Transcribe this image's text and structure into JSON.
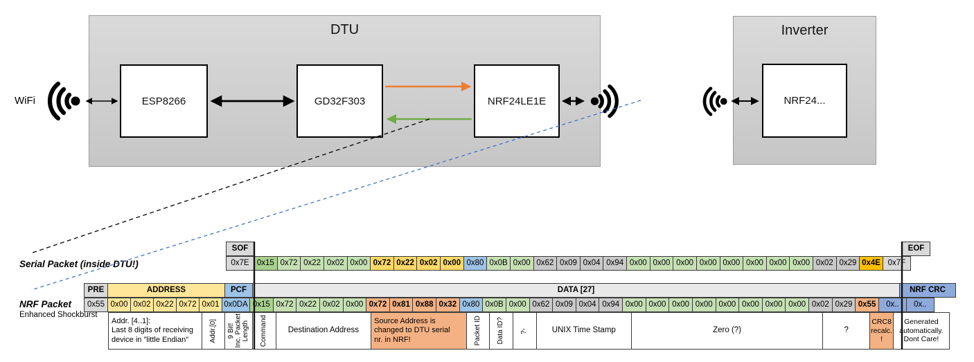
{
  "diagram": {
    "wifi_label": "WiFi",
    "dtu": {
      "title": "DTU",
      "components": [
        "ESP8266",
        "GD32F303",
        "NRF24LE1E"
      ]
    },
    "inverter": {
      "title": "Inverter",
      "component": "NRF24..."
    },
    "icons": [
      "wifi-icon-left",
      "wifi-icon-dtu-right",
      "wifi-icon-inverter"
    ],
    "colors": {
      "orange_arrow": "#ED7D31",
      "green_arrow": "#70AD47",
      "blue_dashed_line": "#4472C4",
      "black_dashed_line": "#000000"
    }
  },
  "serial_packet": {
    "label": "Serial Packet (inside DTU!)",
    "sof": {
      "header": "SOF",
      "value": "0x7E"
    },
    "eof": {
      "header": "EOF",
      "value": "0x7F"
    },
    "bytes": [
      {
        "v": "0x15",
        "c": "g2"
      },
      {
        "v": "0x72",
        "c": "g1"
      },
      {
        "v": "0x22",
        "c": "g1"
      },
      {
        "v": "0x02",
        "c": "g1"
      },
      {
        "v": "0x00",
        "c": "g1"
      },
      {
        "v": "0x72",
        "c": "y",
        "b": 1
      },
      {
        "v": "0x22",
        "c": "y",
        "b": 1
      },
      {
        "v": "0x02",
        "c": "y",
        "b": 1
      },
      {
        "v": "0x00",
        "c": "y",
        "b": 1
      },
      {
        "v": "0x80",
        "c": "bl"
      },
      {
        "v": "0x0B",
        "c": "g1"
      },
      {
        "v": "0x00",
        "c": "g1"
      },
      {
        "v": "0x62",
        "c": "gy2"
      },
      {
        "v": "0x09",
        "c": "gy2"
      },
      {
        "v": "0x04",
        "c": "gy2"
      },
      {
        "v": "0x94",
        "c": "gy2"
      },
      {
        "v": "0x00",
        "c": "g1"
      },
      {
        "v": "0x00",
        "c": "g1"
      },
      {
        "v": "0x00",
        "c": "g1"
      },
      {
        "v": "0x00",
        "c": "g1"
      },
      {
        "v": "0x00",
        "c": "g1"
      },
      {
        "v": "0x00",
        "c": "g1"
      },
      {
        "v": "0x00",
        "c": "g1"
      },
      {
        "v": "0x00",
        "c": "g1"
      },
      {
        "v": "0x02",
        "c": "gy2"
      },
      {
        "v": "0x29",
        "c": "gy2"
      },
      {
        "v": "0x4E",
        "c": "am",
        "b": 1
      }
    ]
  },
  "nrf_packet": {
    "label": "NRF Packet",
    "sublabel": "Enhanced Shockburst",
    "headers": [
      {
        "label": "PRE",
        "c": "gray",
        "region": "pre"
      },
      {
        "label": "ADDRESS",
        "c": "ay",
        "region": "address"
      },
      {
        "label": "PCF",
        "c": "bl",
        "region": "pcf"
      },
      {
        "label": "DATA [27]",
        "c": "dh",
        "region": "data"
      },
      {
        "label": "NRF CRC",
        "c": "cb",
        "region": "crc"
      }
    ],
    "pre_value": {
      "v": "0x55",
      "c": "gray"
    },
    "address_values": [
      {
        "v": "0x00",
        "c": "ay"
      },
      {
        "v": "0x02",
        "c": "ay"
      },
      {
        "v": "0x22",
        "c": "ay"
      },
      {
        "v": "0x72",
        "c": "ay"
      },
      {
        "v": "0x01",
        "c": "ay"
      }
    ],
    "pcf_value": {
      "v": "0x0DA",
      "c": "bl"
    },
    "bytes": [
      {
        "v": "0x15",
        "c": "g2"
      },
      {
        "v": "0x72",
        "c": "g1"
      },
      {
        "v": "0x22",
        "c": "g1"
      },
      {
        "v": "0x02",
        "c": "g1"
      },
      {
        "v": "0x00",
        "c": "g1"
      },
      {
        "v": "0x72",
        "c": "sal",
        "b": 1
      },
      {
        "v": "0x81",
        "c": "sal",
        "b": 1
      },
      {
        "v": "0x88",
        "c": "sal",
        "b": 1
      },
      {
        "v": "0x32",
        "c": "sal",
        "b": 1
      },
      {
        "v": "0x80",
        "c": "bl"
      },
      {
        "v": "0x0B",
        "c": "g1"
      },
      {
        "v": "0x00",
        "c": "g1"
      },
      {
        "v": "0x62",
        "c": "gy2"
      },
      {
        "v": "0x09",
        "c": "gy2"
      },
      {
        "v": "0x04",
        "c": "gy2"
      },
      {
        "v": "0x94",
        "c": "gy2"
      },
      {
        "v": "0x00",
        "c": "g1"
      },
      {
        "v": "0x00",
        "c": "g1"
      },
      {
        "v": "0x00",
        "c": "g1"
      },
      {
        "v": "0x00",
        "c": "g1"
      },
      {
        "v": "0x00",
        "c": "g1"
      },
      {
        "v": "0x00",
        "c": "g1"
      },
      {
        "v": "0x00",
        "c": "g1"
      },
      {
        "v": "0x00",
        "c": "g1"
      },
      {
        "v": "0x02",
        "c": "gy2"
      },
      {
        "v": "0x29",
        "c": "gy2"
      },
      {
        "v": "0x55",
        "c": "sal",
        "b": 1
      }
    ],
    "crc_values": [
      {
        "v": "0x..",
        "c": "cb"
      },
      {
        "v": "0x..",
        "c": "cb"
      }
    ],
    "annotations": [
      {
        "span": 4,
        "text": "Addr. [4..1]:\nLast 8 digits of receiving\ndevice in \"little Endian\"",
        "align": "left"
      },
      {
        "span": 1,
        "text": "Addr.[0]",
        "vert": 1
      },
      {
        "span": 1,
        "text": "9 Bit!\nInc. Packet\nLength",
        "vert": 1
      },
      {
        "span": 1,
        "text": "Command",
        "vert": 1
      },
      {
        "span": 4,
        "text": "Destination Address"
      },
      {
        "span": 4,
        "text": "Source Address is\nchanged to DTU serial\nnr. in NRF!",
        "c": "sal",
        "align": "left"
      },
      {
        "span": 1,
        "text": "Packet ID",
        "vert": 1
      },
      {
        "span": 1,
        "text": "Data ID?",
        "vert": 1
      },
      {
        "span": 1,
        "text": "?-",
        "vert": 1
      },
      {
        "span": 4,
        "text": "UNIX Time Stamp"
      },
      {
        "span": 8,
        "text": "Zero (?)"
      },
      {
        "span": 2,
        "text": "?"
      },
      {
        "span": 1,
        "text": "CRC8\nrecalc.\n!",
        "c": "sal",
        "fs": 10.5
      },
      {
        "span": 2,
        "text": "Generated\nautomatically.\nDont Care!",
        "fs": 10.5
      }
    ]
  }
}
